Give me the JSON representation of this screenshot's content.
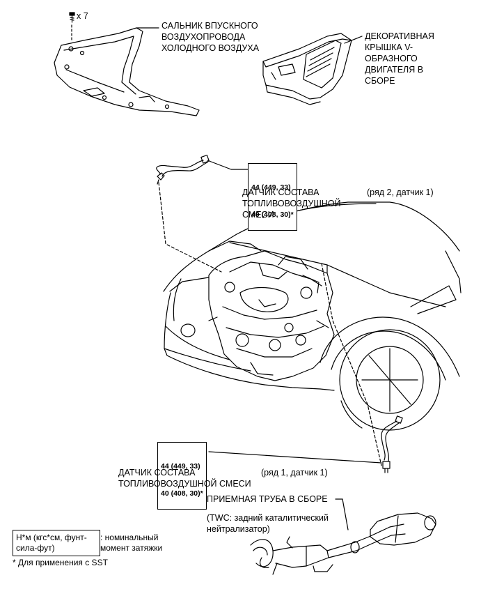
{
  "screw_qty": "x 7",
  "labels": {
    "cold_air_seal": "САЛЬНИК ВПУСКНОГО\nВОЗДУХОПРОВОДА\nХОЛОДНОГО ВОЗДУХА",
    "engine_cover": "ДЕКОРАТИВНАЯ\nКРЫШКА V-\nОБРАЗНОГО\nДВИГАТЕЛЯ В\nСБОРЕ",
    "af_sensor_top": "ДАТЧИК СОСТАВА\nТОПЛИВОВОЗДУШНОЙ\nСМЕСИ",
    "bank2_note": "(ряд 2, датчик 1)",
    "af_sensor_bottom": "ДАТЧИК СОСТАВА\nТОПЛИВОВОЗДУШНОЙ СМЕСИ",
    "bank1_note": "(ряд 1, датчик 1)",
    "exhaust_pipe": "ПРИЕМНАЯ ТРУБА В СБОРЕ",
    "twc_note": "(TWC: задний каталитический\nнейтрализатор)"
  },
  "torque_top": {
    "line1": "44 (449, 33)",
    "line2": "40 (408, 30)*"
  },
  "torque_bottom": {
    "line1": "44 (449, 33)",
    "line2": "40 (408, 30)*"
  },
  "legend": {
    "units": "Н*м (кгс*см, фунт-\nсила-фут)",
    "desc": ": номинальный\nмомент затяжки",
    "footnote": "* Для применения с SST"
  }
}
